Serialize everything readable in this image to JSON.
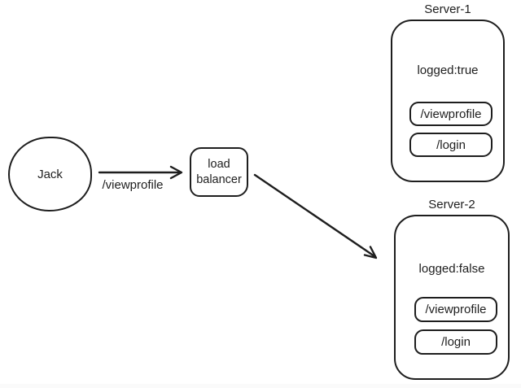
{
  "diagram": {
    "actor": {
      "label": "Jack"
    },
    "request_arrow": {
      "label": "/viewprofile"
    },
    "load_balancer": {
      "label": "load balancer"
    },
    "servers": [
      {
        "title": "Server-1",
        "status": "logged:true",
        "endpoints": [
          "/viewprofile",
          "/login"
        ]
      },
      {
        "title": "Server-2",
        "status": "logged:false",
        "endpoints": [
          "/viewprofile",
          "/login"
        ]
      }
    ],
    "colors": {
      "stroke": "#1e1e1e",
      "background": "#ffffff"
    }
  }
}
